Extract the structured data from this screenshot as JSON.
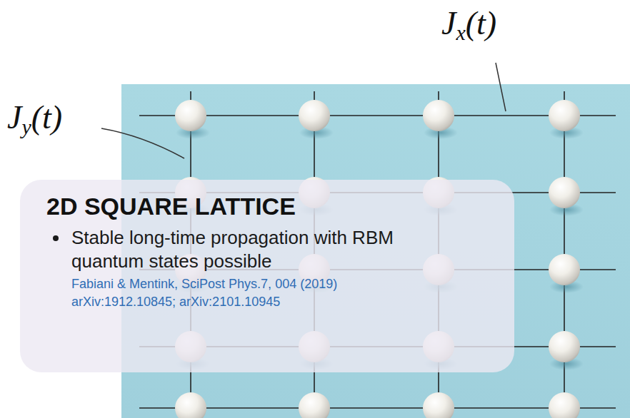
{
  "diagram": {
    "nodes": [
      {
        "text": [
          "2D SQUARE LATTICE",
          "Stable long-time propagation with RBM quantum states possible",
          "Fabiani & Mentink, SciPost Phys.7, 004 (2019)",
          "arXiv:1912.10845; arXiv:2101.10945"
        ]
      }
    ],
    "labels": [
      "Jx(t)",
      "Jy(t)"
    ]
  }
}
